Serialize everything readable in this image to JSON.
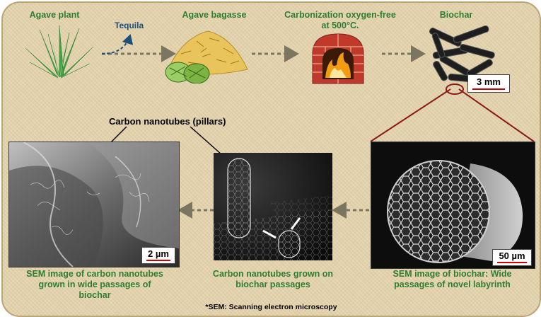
{
  "stages": {
    "agave_plant": "Agave plant",
    "tequila": "Tequila",
    "agave_bagasse": "Agave bagasse",
    "carbonization_line1": "Carbonization oxygen-free",
    "carbonization_line2": "at 500°C.",
    "biochar": "Biochar"
  },
  "labels": {
    "cnt_pillars": "Carbon nanotubes (pillars)"
  },
  "scalebars": {
    "biochar": "3 mm",
    "cnt_sem": "2 µm",
    "biochar_sem": "50 µm"
  },
  "captions": {
    "cnt_sem_line1": "SEM image of carbon nanotubes",
    "cnt_sem_line2": "grown in wide passages of",
    "cnt_sem_line3": "biochar",
    "nanotubes_line1": "Carbon nanotubes grown on",
    "nanotubes_line2": "biochar passages",
    "biochar_sem_line1": "SEM image of biochar: Wide",
    "biochar_sem_line2": "passages of novel labyrinth"
  },
  "footnote": "*SEM: Scanning electron microscopy",
  "colors": {
    "background": "#e6d5ad",
    "label_green": "#2e7d32",
    "tequila_blue": "#1f4e79",
    "scalebar_red": "#cc0000",
    "zoom_line": "#8b1a1a"
  }
}
